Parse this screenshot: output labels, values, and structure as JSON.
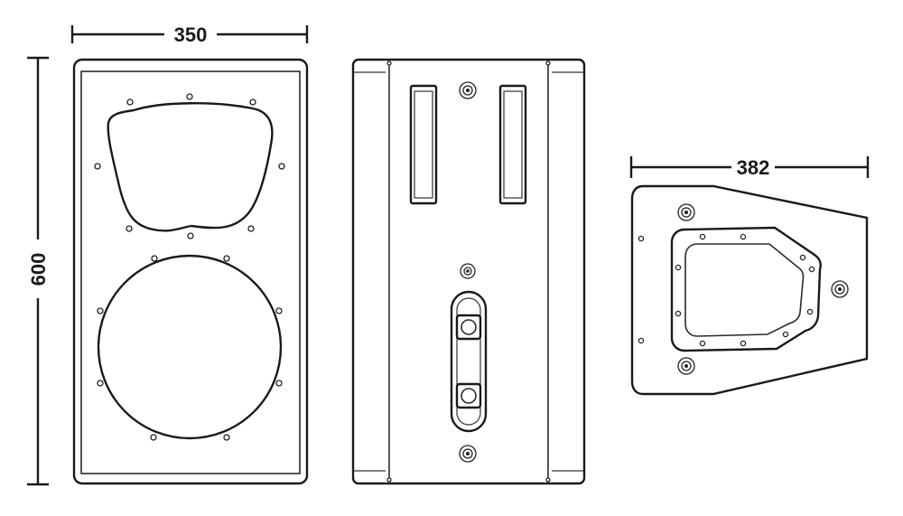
{
  "dimensions": {
    "front_width": "350",
    "height": "600",
    "side_width": "382"
  }
}
